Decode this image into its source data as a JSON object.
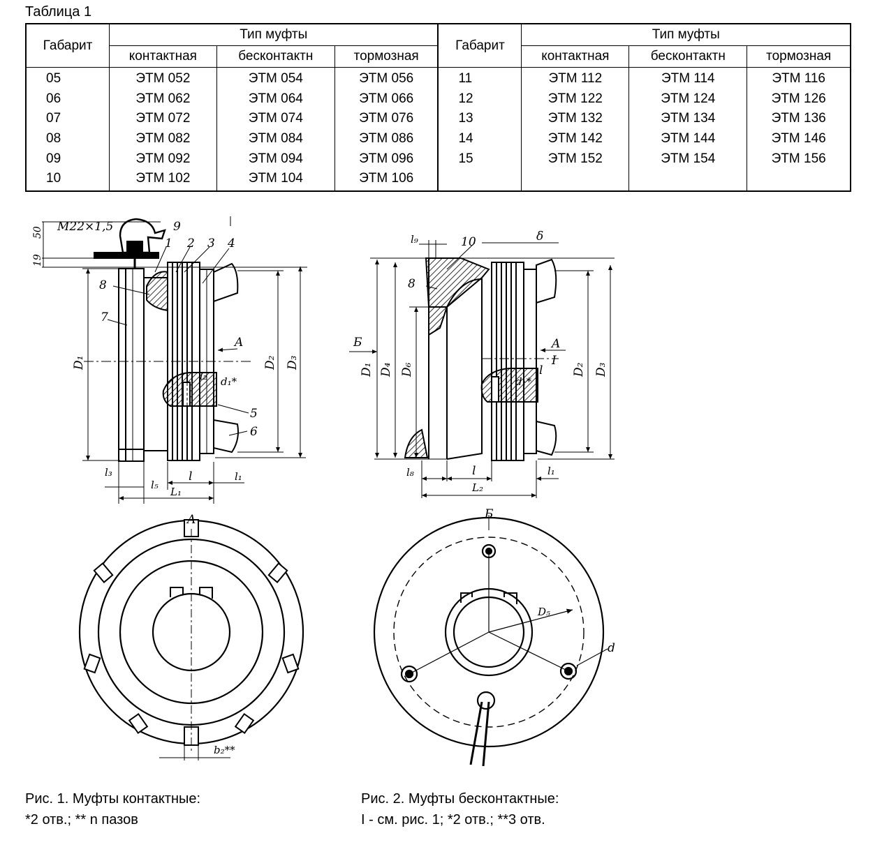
{
  "table": {
    "caption": "Таблица 1",
    "col_gabarit": "Габарит",
    "col_type": "Тип муфты",
    "sub_headers": [
      "контактная",
      "бесконтактн",
      "тормозная"
    ],
    "left_rows": [
      [
        "05",
        "ЭТМ 052",
        "ЭТМ 054",
        "ЭТМ 056"
      ],
      [
        "06",
        "ЭТМ 062",
        "ЭТМ 064",
        "ЭТМ 066"
      ],
      [
        "07",
        "ЭТМ 072",
        "ЭТМ 074",
        "ЭТМ 076"
      ],
      [
        "08",
        "ЭТМ 082",
        "ЭТМ 084",
        "ЭТМ 086"
      ],
      [
        "09",
        "ЭТМ 092",
        "ЭТМ 094",
        "ЭТМ 096"
      ],
      [
        "10",
        "ЭТМ 102",
        "ЭТМ 104",
        "ЭТМ 106"
      ]
    ],
    "right_rows": [
      [
        "11",
        "ЭТМ 112",
        "ЭТМ 114",
        "ЭТМ 116"
      ],
      [
        "12",
        "ЭТМ 122",
        "ЭТМ 124",
        "ЭТМ 126"
      ],
      [
        "13",
        "ЭТМ 132",
        "ЭТМ 134",
        "ЭТМ 136"
      ],
      [
        "14",
        "ЭТМ 142",
        "ЭТМ 144",
        "ЭТМ 146"
      ],
      [
        "15",
        "ЭТМ 152",
        "ЭТМ 154",
        "ЭТМ 156"
      ],
      [
        "",
        "",
        "",
        ""
      ]
    ]
  },
  "figure1": {
    "caption_line1": "Рис. 1. Муфты контактные:",
    "caption_line2": "*2 отв.; ** n пазов",
    "labels": {
      "thread": "М22×1,5",
      "dim50": "50",
      "dim19": "19",
      "p1": "1",
      "p2": "2",
      "p3": "3",
      "p4": "4",
      "p5": "5",
      "p6": "6",
      "p7": "7",
      "p8": "8",
      "p9": "9",
      "D1": "D₁",
      "D2": "D₂",
      "D3": "D₃",
      "A": "A",
      "l2": "l₂",
      "d1": "d₁*",
      "l3": "l₃",
      "l5": "l₅",
      "l": "l",
      "l1": "l₁",
      "L1": "L₁",
      "b2": "b₂**"
    }
  },
  "figure2": {
    "caption_line1": "Рис. 2. Муфты бесконтактные:",
    "caption_line2": "I - см. рис. 1; *2 отв.; **3 отв.",
    "labels": {
      "l9": "l₉",
      "p10": "10",
      "delta": "δ",
      "p8": "8",
      "B": "Б",
      "D1": "D₁",
      "D4": "D₄",
      "D6": "D₆",
      "D2": "D₂",
      "D3": "D₃",
      "A": "A",
      "I": "I",
      "l": "l",
      "d1": "d₁*",
      "l8": "l₈",
      "l1": "l₁",
      "L2": "L₂",
      "D5": "D₅",
      "d": "d"
    }
  }
}
